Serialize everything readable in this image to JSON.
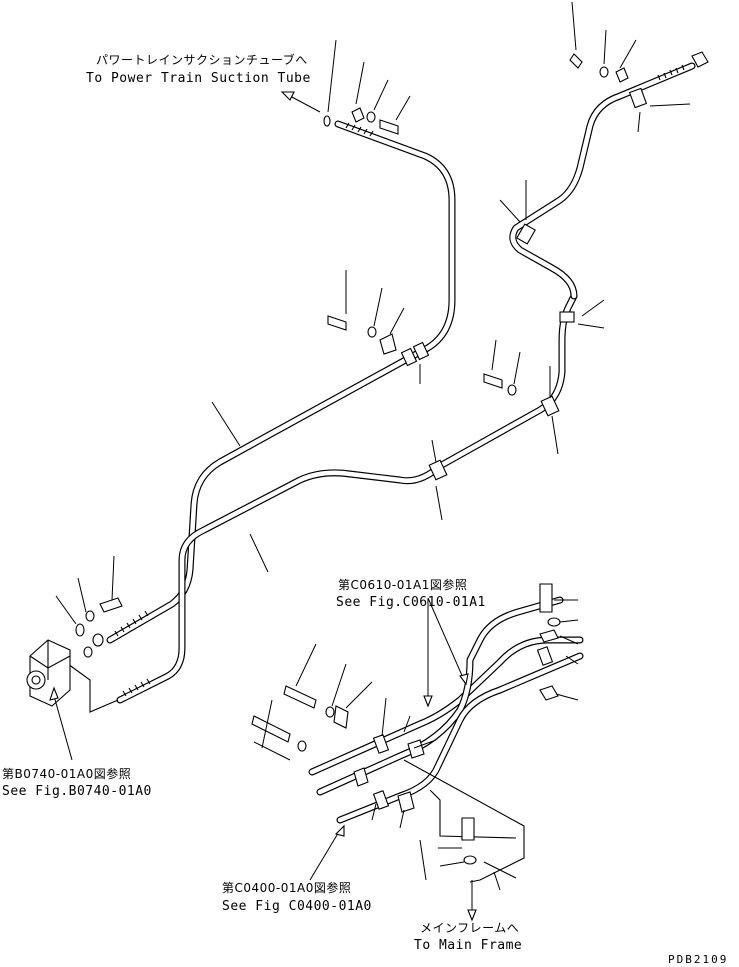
{
  "callouts": {
    "power_train_jp": "パワートレインサクションチューブへ",
    "power_train_en": "To Power Train Suction Tube",
    "fig_c0610_jp": "第C0610-01A1図参照",
    "fig_c0610_en": "See Fig.C0610-01A1",
    "fig_b0740_jp": "第B0740-01A0図参照",
    "fig_b0740_en": "See Fig.B0740-01A0",
    "fig_c0400_jp": "第C0400-01A0図参照",
    "fig_c0400_en": "See Fig C0400-01A0",
    "main_frame_jp": "メインフレームへ",
    "main_frame_en": "To Main Frame"
  },
  "drawing_code": "PDB2109"
}
